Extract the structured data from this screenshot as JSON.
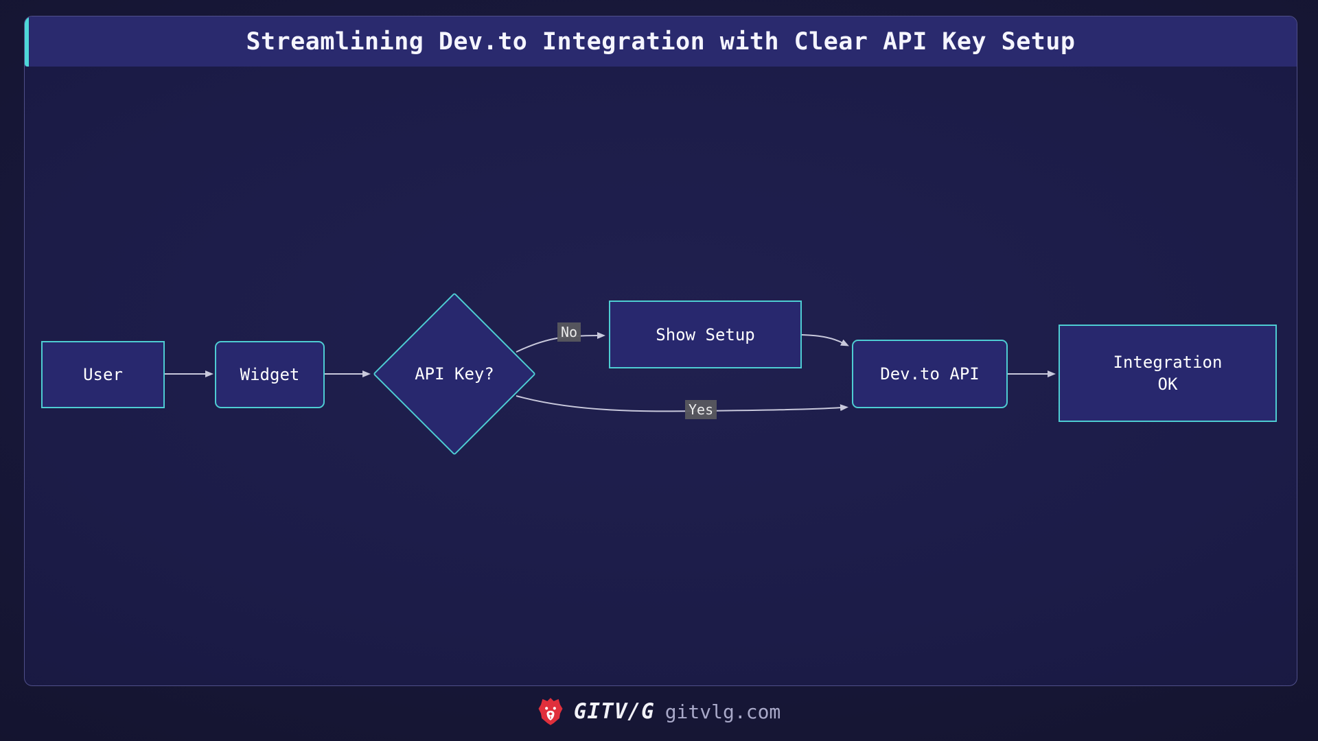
{
  "title": "Streamlining Dev.to Integration with Clear API Key Setup",
  "diagram": {
    "nodes": [
      {
        "id": "user",
        "shape": "rectangle",
        "label": "User"
      },
      {
        "id": "widget",
        "shape": "rounded-rectangle",
        "label": "Widget"
      },
      {
        "id": "api-key",
        "shape": "diamond",
        "label": "API Key?"
      },
      {
        "id": "show-setup",
        "shape": "rectangle",
        "label": "Show Setup"
      },
      {
        "id": "devto-api",
        "shape": "rounded-rectangle",
        "label": "Dev.to API"
      },
      {
        "id": "integration-ok",
        "shape": "rectangle",
        "lines": [
          "Integration",
          "OK"
        ]
      }
    ],
    "edges": [
      {
        "from": "user",
        "to": "widget",
        "label": ""
      },
      {
        "from": "widget",
        "to": "api-key",
        "label": ""
      },
      {
        "from": "api-key",
        "to": "show-setup",
        "label": "No"
      },
      {
        "from": "api-key",
        "to": "devto-api",
        "label": "Yes"
      },
      {
        "from": "show-setup",
        "to": "devto-api",
        "label": ""
      },
      {
        "from": "devto-api",
        "to": "integration-ok",
        "label": ""
      }
    ]
  },
  "footer": {
    "brand": "GITV/G",
    "site": "gitvlg.com",
    "logo": "lion-icon"
  },
  "colors": {
    "accent_teal": "#4ed8d8",
    "node_border": "#4ecdd3",
    "node_fill": "#28286e",
    "titlebar_bg": "#2a2a6e",
    "panel_bg": "#1c1c48",
    "edge_line": "#c9c9dc",
    "edge_label_bg": "#58585e",
    "logo_red": "#e0303c"
  }
}
